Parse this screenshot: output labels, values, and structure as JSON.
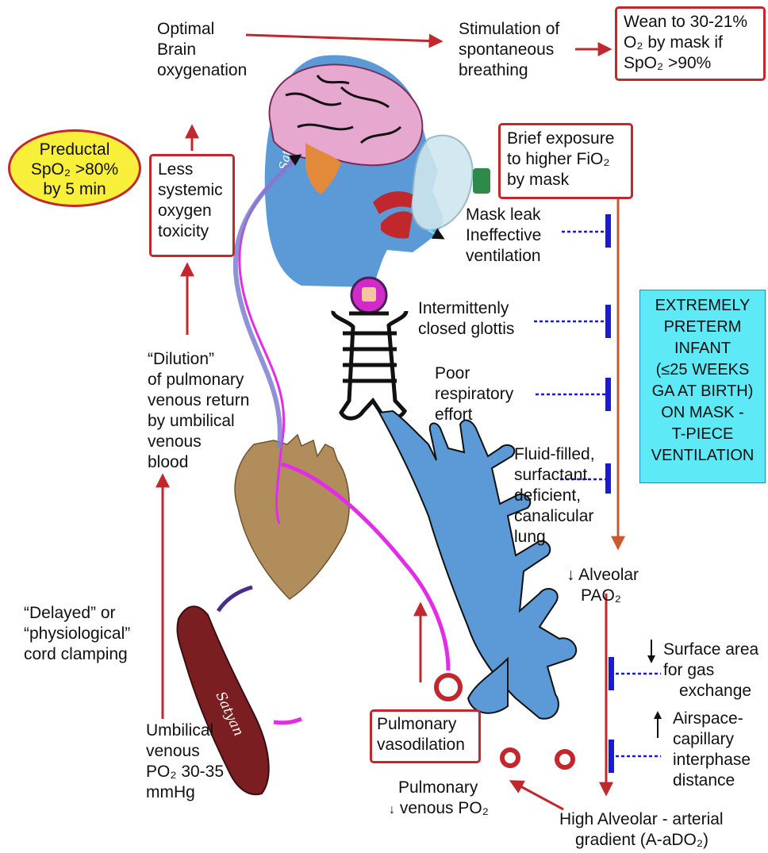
{
  "labels": {
    "optimal_brain": [
      "Optimal",
      "Brain",
      "oxygenation"
    ],
    "stimulation": [
      "Stimulation of",
      "spontaneous",
      "breathing"
    ],
    "wean": [
      "Wean to 30-21%",
      "O₂ by mask if",
      "SpO₂ >90%"
    ],
    "preductal": [
      "Preductal",
      "SpO₂ >80%",
      "by 5 min"
    ],
    "less_toxicity": [
      "Less",
      "systemic",
      "oxygen",
      "toxicity"
    ],
    "brief_exposure": [
      "Brief exposure",
      "to higher FiO₂",
      "by mask"
    ],
    "mask_leak": [
      "Mask leak",
      "Ineffective",
      "ventilation"
    ],
    "glottis": [
      "Intermittenly",
      "closed glottis"
    ],
    "poor_effort": [
      "Poor",
      "respiratory",
      "effort"
    ],
    "fluid_filled": [
      "Fluid-filled,",
      "surfactant",
      "deficient,",
      "canalicular",
      "lung"
    ],
    "preterm_box": [
      "EXTREMELY",
      "PRETERM",
      "INFANT",
      "(≤25 WEEKS",
      "GA AT BIRTH)",
      "ON MASK -",
      "T-PIECE",
      "VENTILATION"
    ],
    "dilution": [
      "“Dilution”",
      "of pulmonary",
      "venous return",
      "by umbilical",
      "venous",
      "blood"
    ],
    "alveolar_pao2": [
      "↓ Alveolar",
      "PAO₂"
    ],
    "surface_area": [
      "Surface area",
      "for gas",
      "exchange"
    ],
    "airspace": [
      "Airspace-",
      "capillary",
      "interphase",
      "distance"
    ],
    "delayed_clamping": [
      "“Delayed” or",
      "“physiological”",
      "cord clamping"
    ],
    "umbilical": [
      "Umbilical",
      "venous",
      "PO₂ 30-35",
      "mmHg"
    ],
    "pulm_vasodilation": [
      "Pulmonary",
      "vasodilation"
    ],
    "pulm_venous": [
      "Pulmonary",
      "venous PO₂"
    ],
    "high_gradient": [
      "High Alveolar - arterial",
      "gradient (A-aDO₂)"
    ],
    "signature": "Satyan"
  },
  "colors": {
    "red_arrow": "#c0282d",
    "orange_arrow": "#c85a2d",
    "head": "#5b9ad6",
    "lung": "#5b9ad6",
    "heart": "#b28d5c",
    "placenta": "#7b1e22",
    "vessel_magenta": "#e12ee6",
    "vessel_purple": "#7b7fcf",
    "inhibit_blue": "#1a1ad6",
    "oval_yellow": "#f8ef3b",
    "cyan_box": "#5de9f6"
  },
  "icons": [
    "head-icon",
    "brain-icon",
    "mask-icon",
    "airway-icon",
    "lung-icon",
    "heart-icon",
    "placenta-icon",
    "vessel-icon"
  ]
}
